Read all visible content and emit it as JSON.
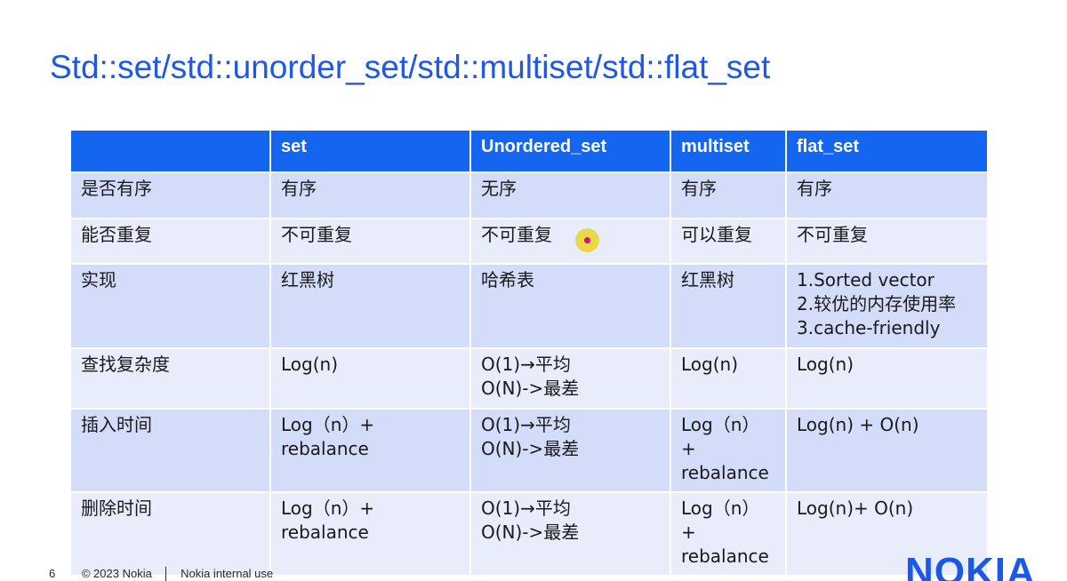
{
  "slide": {
    "title": "Std::set/std::unorder_set/std::multiset/std::flat_set"
  },
  "table": {
    "headers": [
      "",
      "set",
      "Unordered_set",
      "multiset",
      "flat_set"
    ],
    "rows": [
      {
        "label": [
          "是否有序"
        ],
        "cells": [
          [
            "有序"
          ],
          [
            "无序"
          ],
          [
            "有序"
          ],
          [
            "有序"
          ]
        ]
      },
      {
        "label": [
          "能否重复"
        ],
        "cells": [
          [
            "不可重复"
          ],
          [
            "不可重复"
          ],
          [
            "可以重复"
          ],
          [
            "不可重复"
          ]
        ]
      },
      {
        "label": [
          "实现"
        ],
        "cells": [
          [
            "红黑树"
          ],
          [
            "哈希表"
          ],
          [
            "红黑树"
          ],
          [
            "1.Sorted vector",
            "2.较优的内存使用率",
            "3.cache-friendly"
          ]
        ]
      },
      {
        "label": [
          "查找复杂度"
        ],
        "cells": [
          [
            "Log(n)"
          ],
          [
            "O(1)→平均",
            "O(N)->最差"
          ],
          [
            "Log(n)"
          ],
          [
            "Log(n)"
          ]
        ]
      },
      {
        "label": [
          "插入时间"
        ],
        "cells": [
          [
            "Log（n）+",
            "rebalance"
          ],
          [
            "O(1)→平均",
            "O(N)->最差"
          ],
          [
            "Log（n）",
            "+",
            "rebalance"
          ],
          [
            "Log(n) + O(n)"
          ]
        ]
      },
      {
        "label": [
          "删除时间"
        ],
        "cells": [
          [
            "Log（n）+",
            "rebalance"
          ],
          [
            "O(1)→平均",
            "O(N)->最差"
          ],
          [
            "Log（n）",
            "+",
            "rebalance"
          ],
          [
            "Log(n)+ O(n)"
          ]
        ]
      }
    ]
  },
  "footer": {
    "page_number": "6",
    "copyright": "© 2023 Nokia",
    "classification": "Nokia internal use"
  },
  "logo": {
    "text": "NOKIA"
  },
  "colors": {
    "title": "#1f57e6",
    "header_bg": "#1466f0",
    "row_odd_bg": "#d3dcf8",
    "row_even_bg": "#e8ecfb",
    "logo": "#1a58e8"
  }
}
